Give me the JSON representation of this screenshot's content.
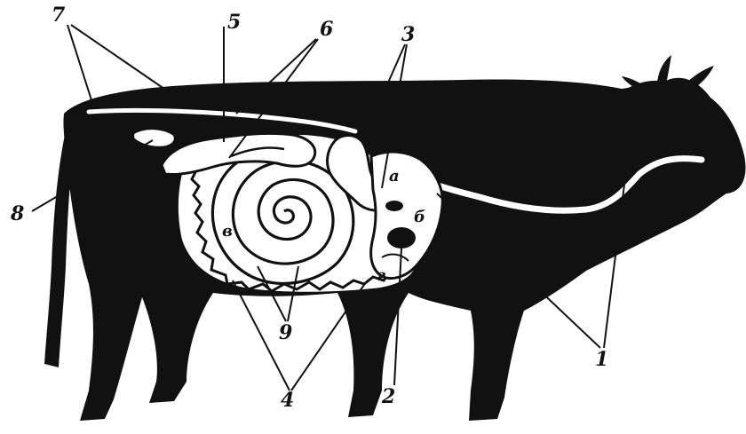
{
  "colors": {
    "ink": "#111111",
    "paper": "#ffffff"
  },
  "labels": {
    "n7_top": "7",
    "n5": "5",
    "n6": "6",
    "n3": "3",
    "n8": "8",
    "n9": "9",
    "n4": "4",
    "n2": "2",
    "n1": "1",
    "a": "а",
    "b": "б",
    "v": "в",
    "g": "г"
  },
  "icons": {
    "figure": "cow-digestive-system-silhouette"
  }
}
